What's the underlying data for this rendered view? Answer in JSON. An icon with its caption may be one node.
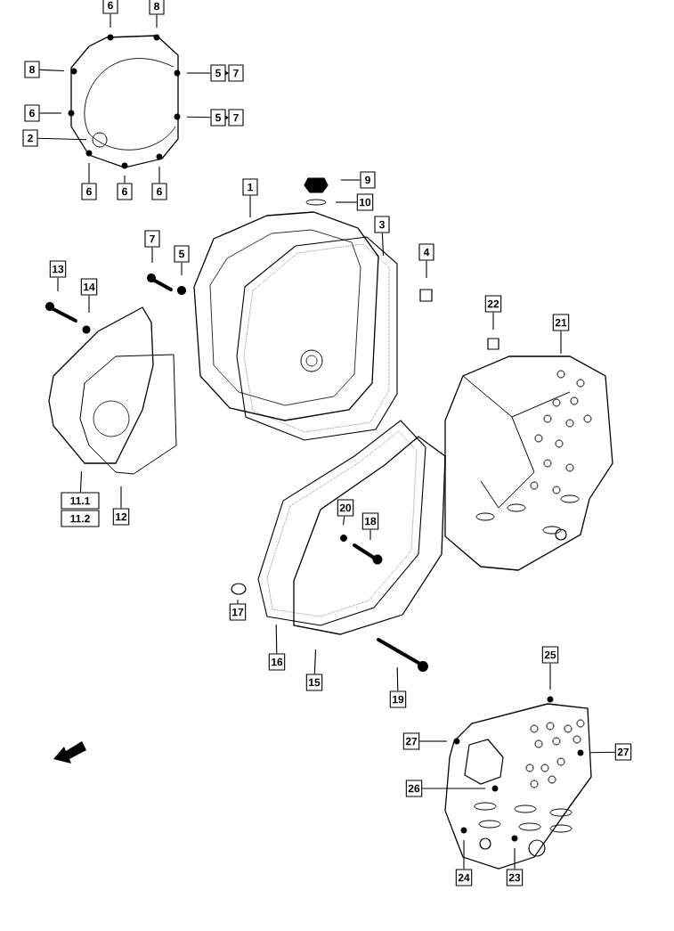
{
  "diagram": {
    "nodes": [
      {
        "text": [
          "6"
        ]
      },
      {
        "text": [
          "8"
        ]
      },
      {
        "text": [
          "8"
        ]
      },
      {
        "text": [
          "5"
        ]
      },
      {
        "text": [
          "7"
        ]
      },
      {
        "text": [
          "6"
        ]
      },
      {
        "text": [
          "5"
        ]
      },
      {
        "text": [
          "7"
        ]
      },
      {
        "text": [
          "2"
        ]
      },
      {
        "text": [
          "6"
        ]
      },
      {
        "text": [
          "6"
        ]
      },
      {
        "text": [
          "6"
        ]
      },
      {
        "text": [
          "1"
        ]
      },
      {
        "text": [
          "9"
        ]
      },
      {
        "text": [
          "10"
        ]
      },
      {
        "text": [
          "3"
        ]
      },
      {
        "text": [
          "4"
        ]
      },
      {
        "text": [
          "7"
        ]
      },
      {
        "text": [
          "5"
        ]
      },
      {
        "text": [
          "13"
        ]
      },
      {
        "text": [
          "14"
        ]
      },
      {
        "text": [
          "11.1"
        ]
      },
      {
        "text": [
          "11.2"
        ]
      },
      {
        "text": [
          "12"
        ]
      },
      {
        "text": [
          "22"
        ]
      },
      {
        "text": [
          "21"
        ]
      },
      {
        "text": [
          "20"
        ]
      },
      {
        "text": [
          "18"
        ]
      },
      {
        "text": [
          "17"
        ]
      },
      {
        "text": [
          "16"
        ]
      },
      {
        "text": [
          "15"
        ]
      },
      {
        "text": [
          "19"
        ]
      },
      {
        "text": [
          "25"
        ]
      },
      {
        "text": [
          "27"
        ]
      },
      {
        "text": [
          "27"
        ]
      },
      {
        "text": [
          "26"
        ]
      },
      {
        "text": [
          "24"
        ]
      },
      {
        "text": [
          "23"
        ]
      }
    ],
    "edges": [
      {
        "from": 0,
        "to": null,
        "arrow": "none"
      },
      {
        "from": 1,
        "to": null,
        "arrow": "none"
      },
      {
        "from": 2,
        "to": null,
        "arrow": "none"
      },
      {
        "from": 3,
        "to": null,
        "arrow": "none"
      },
      {
        "from": 5,
        "to": null,
        "arrow": "none"
      },
      {
        "from": 6,
        "to": null,
        "arrow": "none"
      },
      {
        "from": 8,
        "to": null,
        "arrow": "none"
      },
      {
        "from": 9,
        "to": null,
        "arrow": "none"
      },
      {
        "from": 10,
        "to": null,
        "arrow": "none"
      },
      {
        "from": 11,
        "to": null,
        "arrow": "none"
      },
      {
        "from": 12,
        "to": null,
        "arrow": "none"
      },
      {
        "from": 13,
        "to": null,
        "arrow": "none"
      },
      {
        "from": 14,
        "to": null,
        "arrow": "none"
      },
      {
        "from": 15,
        "to": null,
        "arrow": "none"
      },
      {
        "from": 16,
        "to": null,
        "arrow": "none"
      },
      {
        "from": 17,
        "to": null,
        "arrow": "none"
      },
      {
        "from": 18,
        "to": null,
        "arrow": "none"
      },
      {
        "from": 19,
        "to": null,
        "arrow": "none"
      },
      {
        "from": 20,
        "to": null,
        "arrow": "none"
      },
      {
        "from": 21,
        "to": null,
        "arrow": "none"
      },
      {
        "from": 23,
        "to": null,
        "arrow": "none"
      },
      {
        "from": 24,
        "to": null,
        "arrow": "none"
      },
      {
        "from": 25,
        "to": null,
        "arrow": "none"
      },
      {
        "from": 26,
        "to": null,
        "arrow": "none"
      },
      {
        "from": 27,
        "to": null,
        "arrow": "none"
      },
      {
        "from": 28,
        "to": null,
        "arrow": "none"
      },
      {
        "from": 29,
        "to": null,
        "arrow": "none"
      },
      {
        "from": 30,
        "to": null,
        "arrow": "none"
      },
      {
        "from": 31,
        "to": null,
        "arrow": "none"
      },
      {
        "from": 32,
        "to": null,
        "arrow": "none"
      },
      {
        "from": 33,
        "to": null,
        "arrow": "none"
      },
      {
        "from": 34,
        "to": null,
        "arrow": "none"
      },
      {
        "from": 35,
        "to": null,
        "arrow": "none"
      },
      {
        "from": 36,
        "to": null,
        "arrow": "none"
      },
      {
        "from": 37,
        "to": null,
        "arrow": "none"
      }
    ]
  }
}
